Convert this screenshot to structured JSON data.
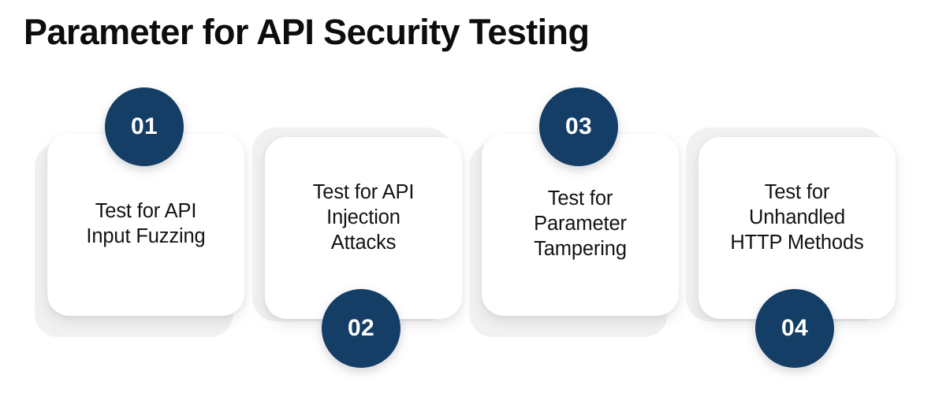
{
  "page": {
    "title": "Parameter for API Security Testing",
    "background_color": "#FFFFFF",
    "accent_color": "#143E66",
    "card_color": "#FFFFFF",
    "backdrop_color": "#F1F1F2",
    "title_color": "#0D0D0D",
    "card_text_color": "#131313"
  },
  "steps": [
    {
      "number": "01",
      "label": "Test for API\nInput Fuzzing",
      "badge_position": "top"
    },
    {
      "number": "02",
      "label": "Test for API\nInjection\nAttacks",
      "badge_position": "bottom"
    },
    {
      "number": "03",
      "label": "Test for\nParameter\nTampering",
      "badge_position": "top"
    },
    {
      "number": "04",
      "label": "Test for\nUnhandled\nHTTP Methods",
      "badge_position": "bottom"
    }
  ]
}
